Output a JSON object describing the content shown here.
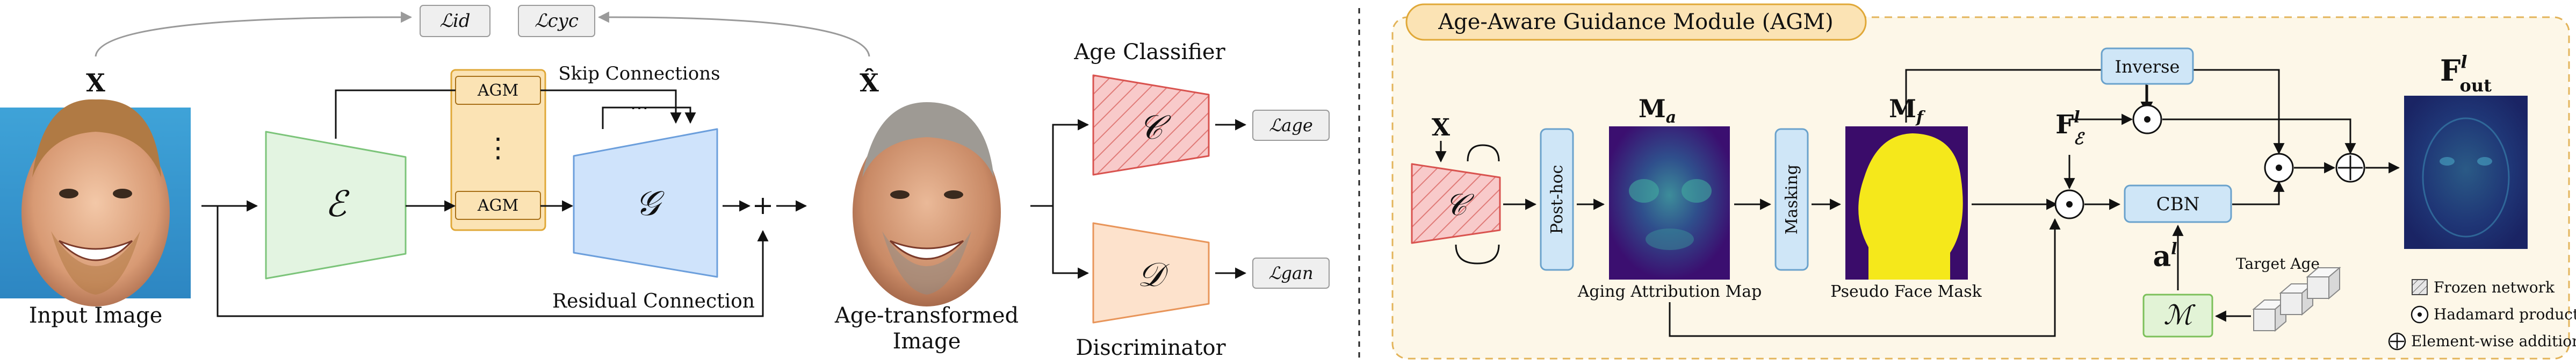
{
  "left_panel": {
    "loss_id": "ℒid",
    "loss_cyc": "ℒcyc",
    "input_x": "X",
    "output_x": "X̂",
    "encoder_symbol": "ℰ",
    "generator_symbol": "𝒢",
    "agm_label": "AGM",
    "agm_dots": "⋮",
    "skip_connections": "Skip Connections",
    "skip_dots": "⋯",
    "plus": "+",
    "residual_connection": "Residual Connection",
    "input_image_label": "Input Image",
    "age_transformed_line1": "Age-transformed",
    "age_transformed_line2": "Image",
    "age_classifier_label": "Age Classifier",
    "classifier_symbol": "𝒞",
    "discriminator_symbol": "𝒟",
    "discriminator_label": "Discriminator",
    "loss_age": "ℒage",
    "loss_gan": "ℒgan"
  },
  "right_panel": {
    "module_title": "Age-Aware Guidance Module (AGM)",
    "input_x": "X",
    "classifier_symbol": "𝒞",
    "post_hoc": "Post-hoc",
    "ma_label": "M",
    "ma_sub": "a",
    "masking": "Masking",
    "mf_label": "M",
    "mf_sub": "f",
    "aging_attribution_map": "Aging Attribution Map",
    "pseudo_face_mask": "Pseudo Face Mask",
    "inverse": "Inverse",
    "fe_label": "F",
    "fe_sup": "l",
    "fe_sub": "ℰ",
    "cbn": "CBN",
    "a_label": "a",
    "a_sup": "l",
    "mapping_symbol": "ℳ",
    "target_age": "Target Age",
    "fout_label": "F",
    "fout_sup": "l",
    "fout_sub": "out",
    "legend_frozen": "Frozen network",
    "legend_hadamard": "Hadamard product",
    "legend_elementwise": "Element-wise addition",
    "hadamard_symbol": "⊙",
    "add_symbol": "⊕"
  },
  "colors": {
    "encoder_fill": "#e3f4e1",
    "encoder_stroke": "#7cc47a",
    "agm_fill": "#fbe3b4",
    "agm_stroke": "#e0a838",
    "generator_fill": "#cfe3fb",
    "generator_stroke": "#6c9fdc",
    "classifier_fill": "#f8caca",
    "classifier_stroke": "#d9534f",
    "discriminator_fill": "#fde2cc",
    "discriminator_stroke": "#e8955a",
    "module_bg": "#fdf7e8",
    "module_stroke": "#e3b45a",
    "posthoc_fill": "#cfe6f7",
    "posthoc_stroke": "#6aa2cc",
    "mapping_fill": "#e2f3d6",
    "mapping_stroke": "#7cc05a",
    "loss_box_fill": "#efefef",
    "loss_box_stroke": "#9a9a9a",
    "heatmap_bg": "#3b0f70",
    "mask_yellow": "#f5e81b",
    "mask_purple": "#3a0c6a",
    "feature_bg": "#1e2a6e"
  }
}
